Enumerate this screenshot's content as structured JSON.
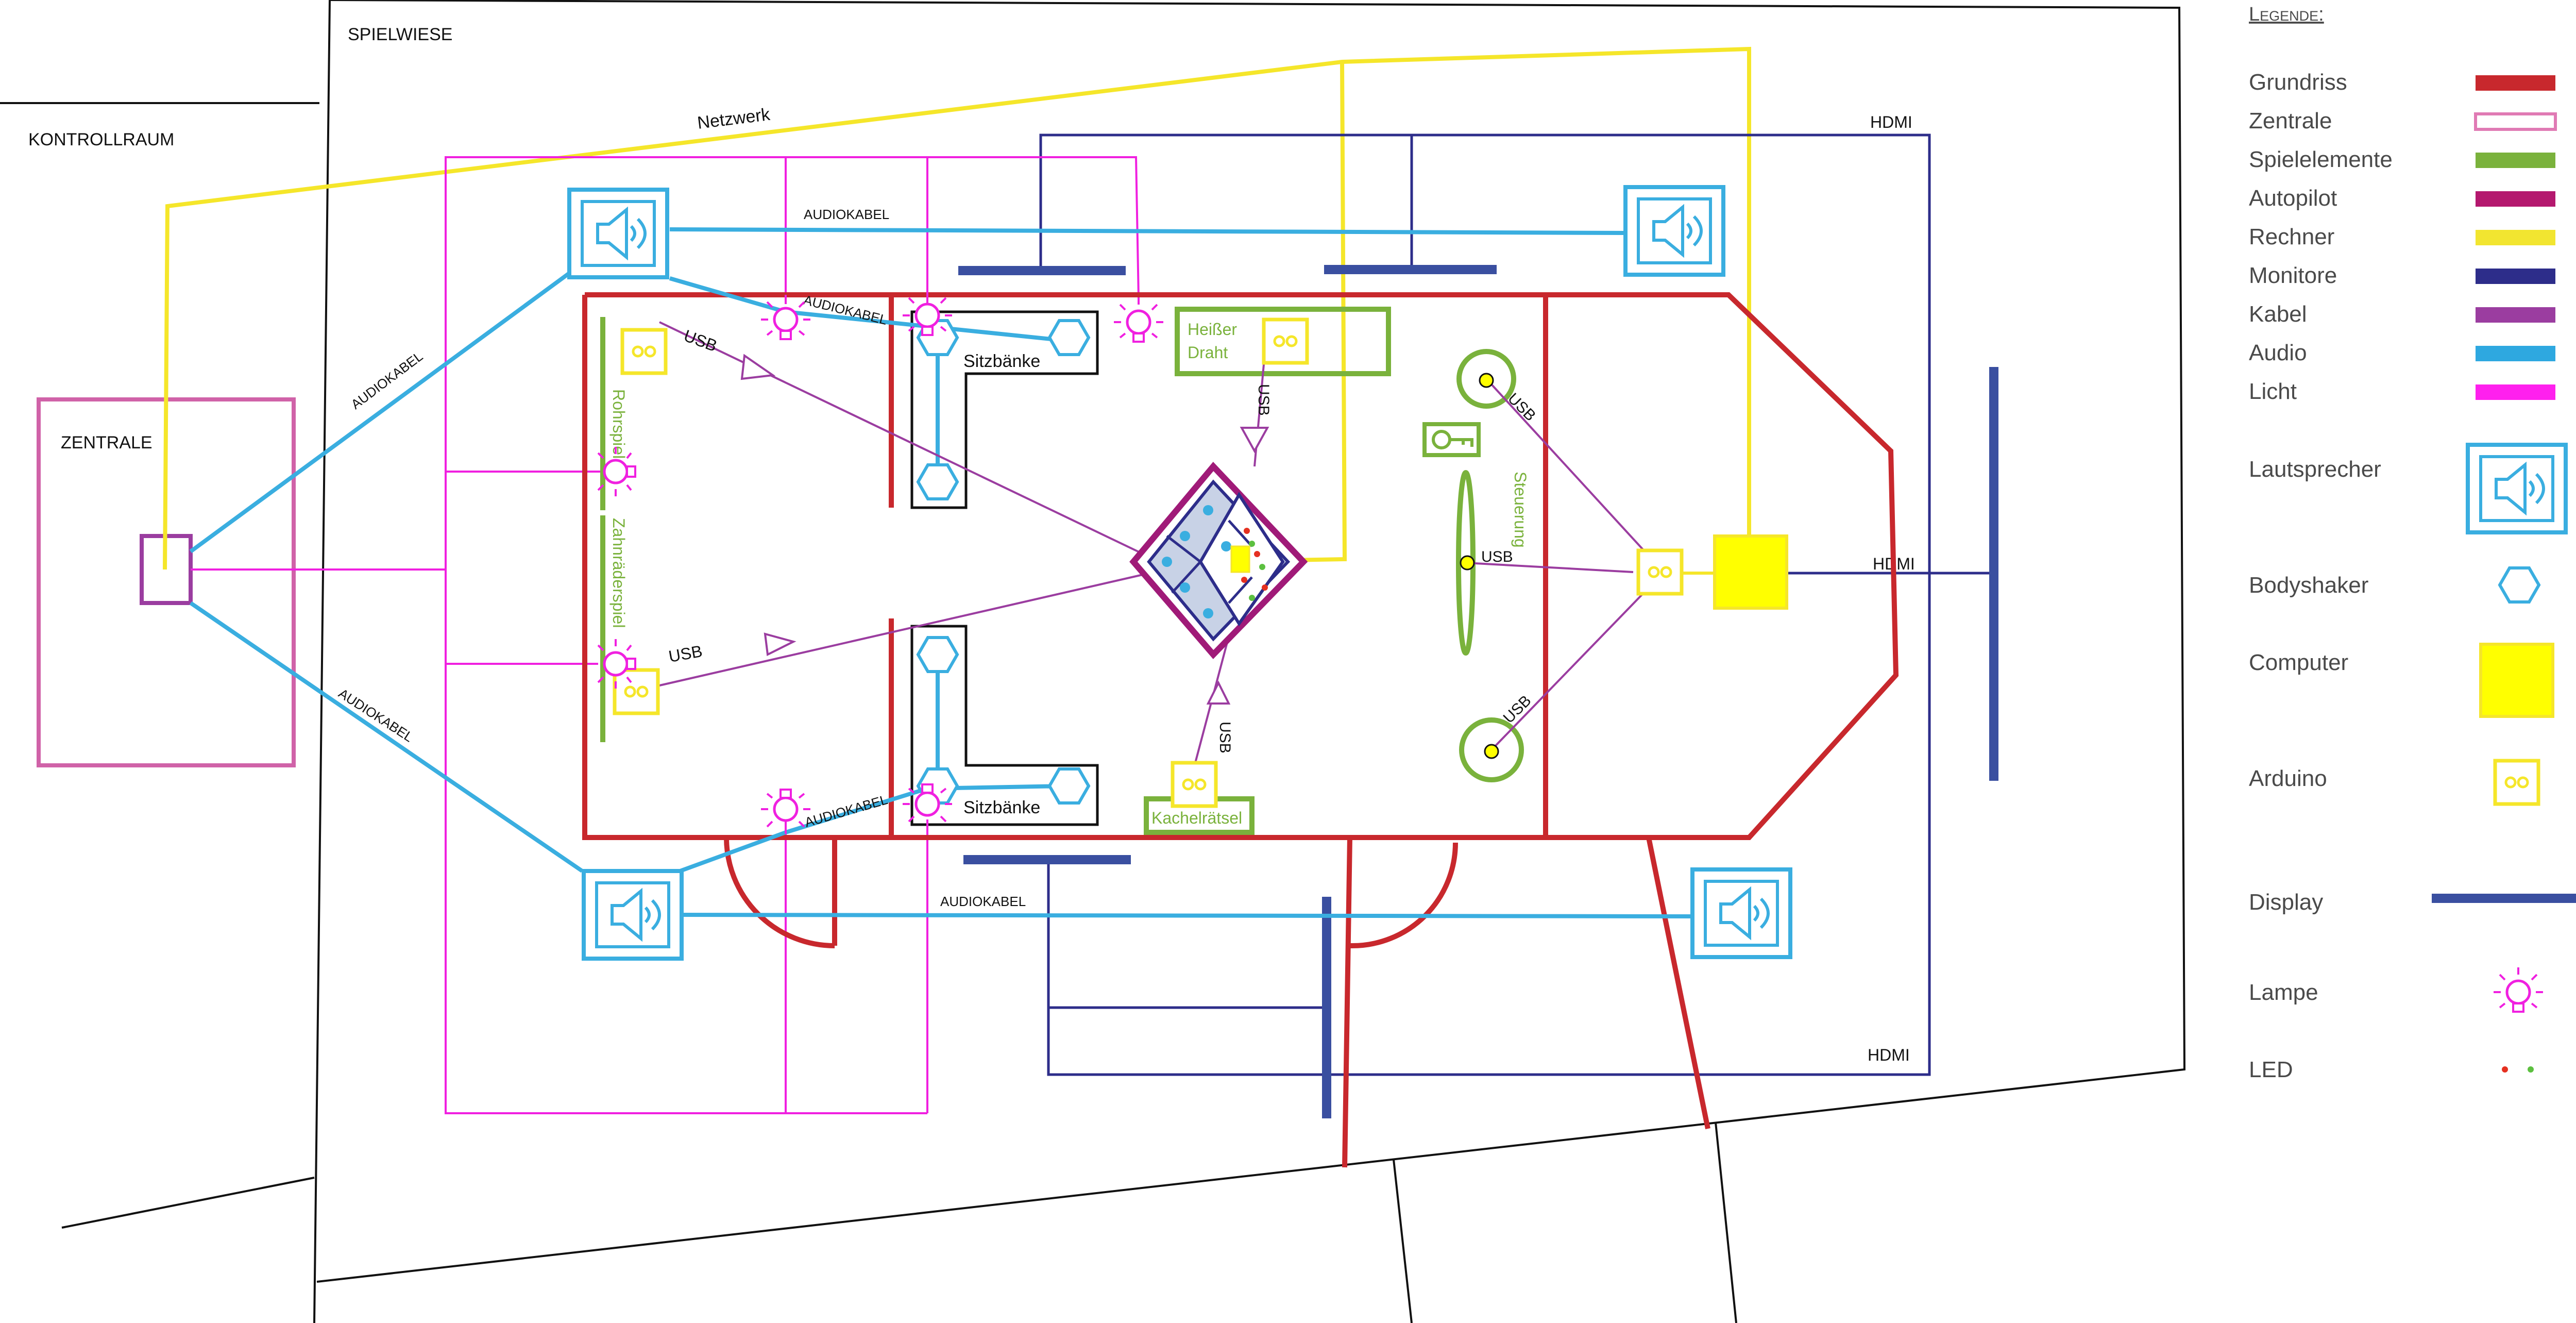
{
  "rooms": {
    "kontrollraum": "KONTROLLRAUM",
    "spielwiese": "SPIELWIESE",
    "zentrale": "ZENTRALE"
  },
  "cables": {
    "netzwerk": "Netzwerk",
    "hdmi": "HDMI",
    "audiokabel": "AUDIOKABEL",
    "usb": "USB"
  },
  "elements": {
    "sitzbaenke": "Sitzbänke",
    "heisser_draht_line1": "Heißer",
    "heisser_draht_line2": "Draht",
    "rohrspiel": "Rohrspiel",
    "zahnraederspiel": "Zahnräderspiel",
    "kachelraetsel": "Kachelrätsel",
    "steuerung": "Steuerung"
  },
  "legend": {
    "title": "Legende:",
    "lines": [
      {
        "label": "Grundriss",
        "color": "#c8282d",
        "style": "solid"
      },
      {
        "label": "Zentrale",
        "color": "#e07ab4",
        "style": "outline"
      },
      {
        "label": "Spielelemente",
        "color": "#7ab23c",
        "style": "solid"
      },
      {
        "label": "Autopilot",
        "color": "#b4186e",
        "style": "solid"
      },
      {
        "label": "Rechner",
        "color": "#f2e530",
        "style": "solid"
      },
      {
        "label": "Monitore",
        "color": "#2d2d8a",
        "style": "solid"
      },
      {
        "label": "Kabel",
        "color": "#9b3da0",
        "style": "solid"
      },
      {
        "label": "Audio",
        "color": "#2ea8e0",
        "style": "solid"
      },
      {
        "label": "Licht",
        "color": "#ff20ee",
        "style": "solid"
      }
    ],
    "symbols": {
      "lautsprecher": "Lautsprecher",
      "bodyshaker": "Bodyshaker",
      "computer": "Computer",
      "arduino": "Arduino",
      "display": "Display",
      "lampe": "Lampe",
      "led": "LED"
    }
  },
  "colors": {
    "wall": "#c8282d",
    "zentrale": "#d062a8",
    "game": "#7ab23c",
    "autopilot": "#a01a78",
    "computer": "#ffff00",
    "arduino": "#f5e62a",
    "monitor": "#2d2d8a",
    "display": "#3a4fa0",
    "cable": "#9b3da0",
    "audio": "#3aaee0",
    "light": "#f020e0",
    "network": "#f5e62a"
  }
}
